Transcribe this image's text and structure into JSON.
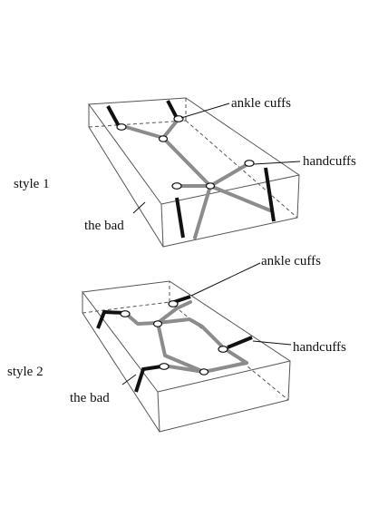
{
  "figures": [
    {
      "style_label": "style 1",
      "labels": {
        "ankle_cuffs": "ankle cuffs",
        "handcuffs": "handcuffs",
        "bed": "the bad"
      }
    },
    {
      "style_label": "style 2",
      "labels": {
        "ankle_cuffs": "ankle cuffs",
        "handcuffs": "handcuffs",
        "bed": "the bad"
      }
    }
  ],
  "colors": {
    "outline": "#555555",
    "strap": "#8c8c8c",
    "cuff": "#111111",
    "text": "#111111"
  }
}
